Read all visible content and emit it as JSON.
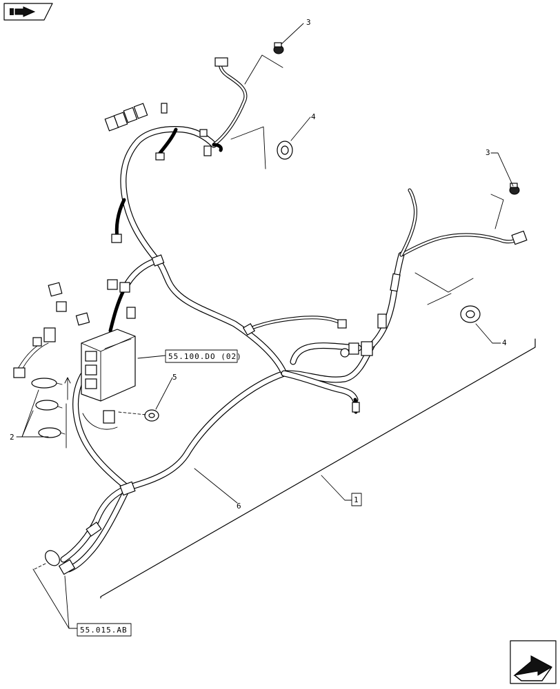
{
  "callouts": {
    "part_1": "1",
    "part_2": "2",
    "part_3a": "3",
    "part_3b": "3",
    "part_4a": "4",
    "part_4b": "4",
    "part_5": "5",
    "part_6": "6"
  },
  "references": {
    "ref_control_unit": "55.100.DO (02)",
    "ref_connectors": "55.015.AB"
  },
  "nav": {
    "top_icon": "back-arrow-icon",
    "bottom_icon": "next-page-arrow-icon"
  }
}
